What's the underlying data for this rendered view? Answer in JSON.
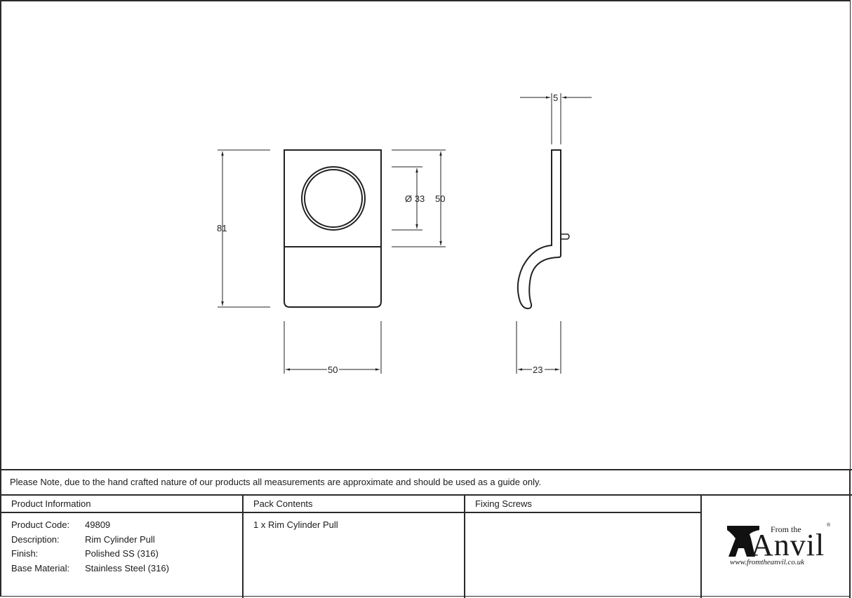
{
  "drawing": {
    "front_view": {
      "height_dim": "81",
      "width_dim": "50",
      "upper_height_dim": "50",
      "hole_diameter_dim": "Ø 33"
    },
    "side_view": {
      "thickness_dim": "5",
      "depth_dim": "23"
    }
  },
  "note": "Please Note, due to the hand crafted nature of our products all measurements are approximate and should be used as a guide only.",
  "columns": {
    "product_info": "Product Information",
    "pack_contents": "Pack Contents",
    "fixing_screws": "Fixing Screws"
  },
  "product_info": [
    {
      "label": "Product Code:",
      "value": "49809"
    },
    {
      "label": "Description:",
      "value": "Rim Cylinder Pull"
    },
    {
      "label": "Finish:",
      "value": "Polished SS (316)"
    },
    {
      "label": "Base Material:",
      "value": "Stainless Steel (316)"
    }
  ],
  "pack_contents": [
    "1 x Rim Cylinder Pull"
  ],
  "fixing_screws": [],
  "logo": {
    "from_the": "From the",
    "anvil": "Anvil",
    "registered": "®",
    "url": "www.fromtheanvil.co.uk"
  }
}
